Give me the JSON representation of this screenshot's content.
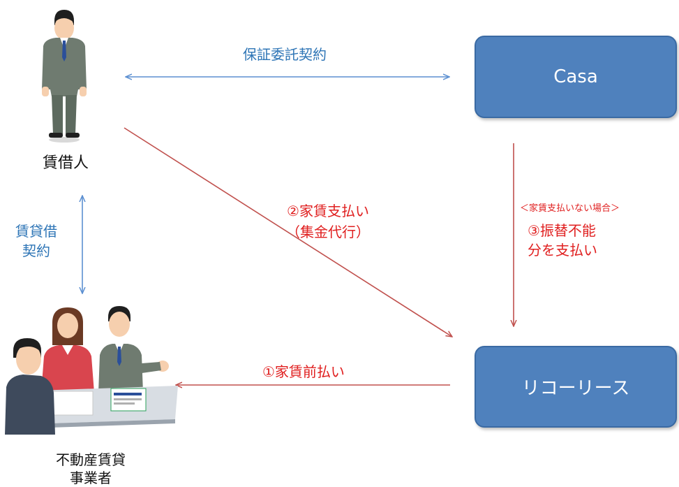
{
  "nodes": {
    "casa": "Casa",
    "ricolease": "リコーリース",
    "tenant": "賃借人",
    "agency_line1": "不動産賃貸",
    "agency_line2": "事業者"
  },
  "edges": {
    "guarantee": "保証委託契約",
    "lease_line1": "賃貸借",
    "lease_line2": "契約",
    "rent_pay_line1": "②家賃支払い",
    "rent_pay_line2": "（集金代行）",
    "prepay": "①家賃前払い",
    "condition": "＜家賃支払いない場合＞",
    "transfer_line1": "③振替不能",
    "transfer_line2": "分を支払い"
  },
  "colors": {
    "box": "#4f81bd",
    "blue_arrow": "#5b8fd1",
    "red_arrow": "#c0504d"
  }
}
